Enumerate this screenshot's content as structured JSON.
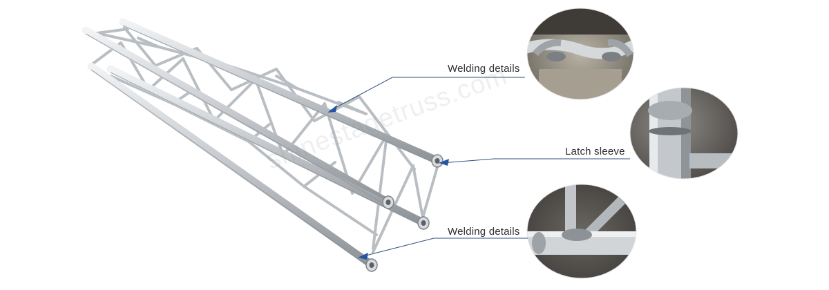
{
  "watermark": "shinestagetruss.com",
  "callouts": [
    {
      "label": "Welding details"
    },
    {
      "label": "Latch sleeve"
    },
    {
      "label": "Welding details"
    }
  ],
  "colors": {
    "leader_line": "#2f4f7f",
    "arrow": "#2554a0",
    "aluminum": "#c8ccd0"
  }
}
